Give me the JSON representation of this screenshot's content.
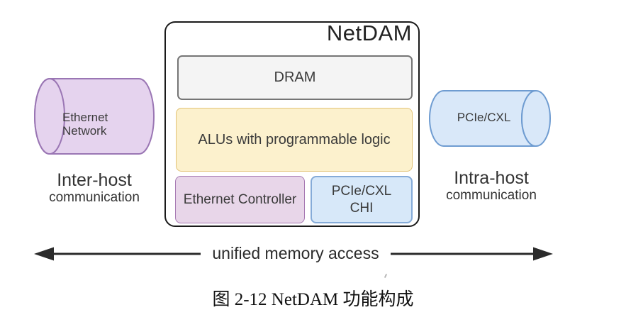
{
  "figure": {
    "main_box": {
      "title": "NetDAM",
      "blocks": {
        "dram": {
          "label": "DRAM"
        },
        "alus": {
          "label": "ALUs with programmable logic"
        },
        "ethernet_controller": {
          "label": "Ethernet Controller"
        },
        "pcie_cxl_chi": {
          "label": "PCIe/CXL CHI"
        }
      }
    },
    "left_group": {
      "cylinder_label": "Ethernet Network",
      "title": "Inter-host",
      "subtitle": "communication"
    },
    "right_group": {
      "cylinder_label": "PCIe/CXL",
      "title": "Intra-host",
      "subtitle": "communication"
    },
    "arrow_label": "unified memory access",
    "caption": "图 2-12 NetDAM 功能构成"
  },
  "colors": {
    "canvas_bg": "#ffffff",
    "main_border": "#1a1a1a",
    "dram_fill": "#f4f4f4",
    "dram_border": "#757575",
    "alus_fill": "#fcf1cd",
    "alus_border": "#e2c377",
    "ethernet_fill": "#e8d6e9",
    "ethernet_border": "#a678b2",
    "chi_fill": "#d7e8f9",
    "chi_border": "#85abd8",
    "purple_cylinder_fill": "#e5d3ee",
    "purple_cylinder_border": "#9a76b4",
    "blue_cylinder_fill": "#d9e8f9",
    "blue_cylinder_border": "#6f9cd1",
    "label_text": "#3a3a3a",
    "arrow": "#2b2b2b",
    "caption_text": "#111111"
  }
}
